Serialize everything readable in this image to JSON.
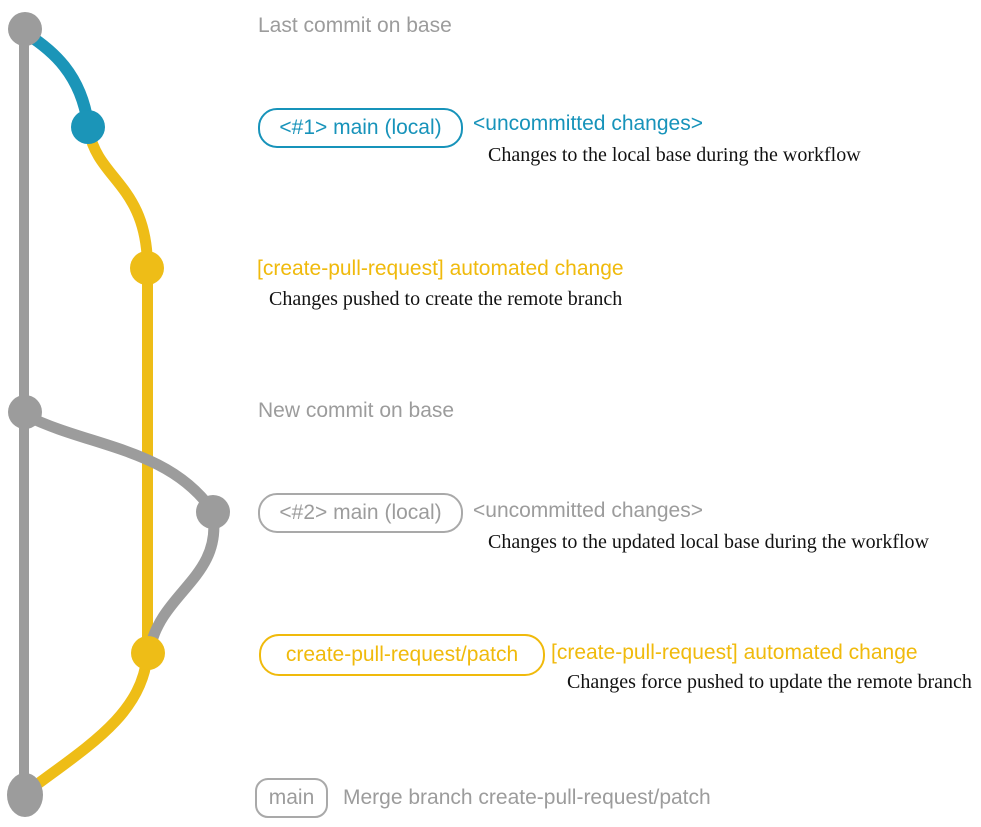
{
  "diagram": {
    "type": "git-commit-graph",
    "colors": {
      "base_gray": "#9c9c9c",
      "local_blue": "#1793ba",
      "patch_yellow": "#eebd17",
      "caption_black": "#121212"
    },
    "rows": {
      "row1": {
        "title": "Last commit on base"
      },
      "row2": {
        "badge": "<#1> main (local)",
        "title": "<uncommitted changes>",
        "caption": "Changes to the local base during the workflow"
      },
      "row3": {
        "title": "[create-pull-request] automated change",
        "caption": "Changes pushed to create the remote branch"
      },
      "row4": {
        "title": "New commit on base"
      },
      "row5": {
        "badge": "<#2> main (local)",
        "title": "<uncommitted changes>",
        "caption": "Changes to the updated local base during the workflow"
      },
      "row6": {
        "badge": "create-pull-request/patch",
        "title": "[create-pull-request] automated change",
        "caption": "Changes force pushed to update the remote branch"
      },
      "row7": {
        "badge": "main",
        "title": "Merge branch create-pull-request/patch"
      }
    }
  }
}
